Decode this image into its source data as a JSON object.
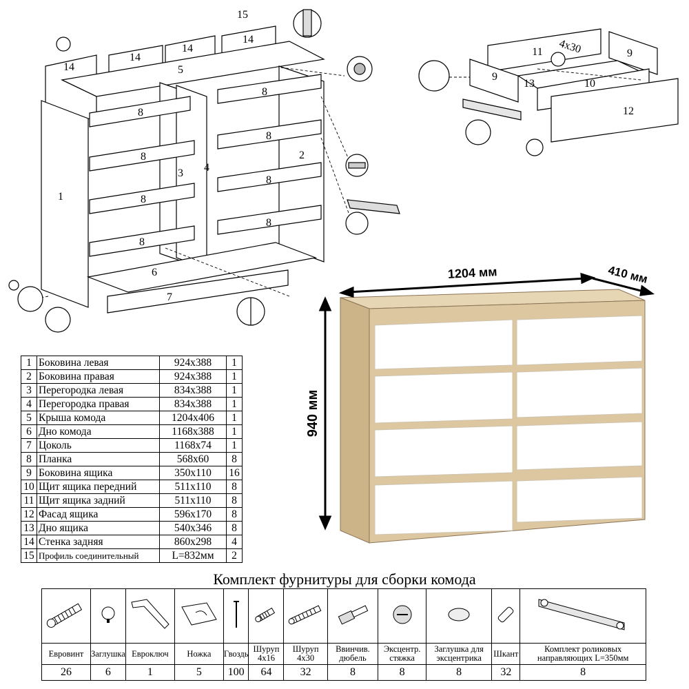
{
  "assembly": {
    "callouts": [
      "1",
      "2",
      "3",
      "4",
      "5",
      "6",
      "7",
      "8",
      "8",
      "8",
      "8",
      "8",
      "8",
      "8",
      "8",
      "14",
      "14",
      "14",
      "14",
      "15"
    ],
    "drawer_callouts": [
      "9",
      "9",
      "10",
      "11",
      "12",
      "13",
      "4x30"
    ]
  },
  "dimensions": {
    "width": "1204 мм",
    "depth": "410 мм",
    "height": "940 мм"
  },
  "colors": {
    "body": "#dcc7a1",
    "body_dark": "#c9ae82",
    "front": "#ffffff"
  },
  "parts": [
    {
      "no": "1",
      "name": "Боковина левая",
      "size": "924x388",
      "qty": "1"
    },
    {
      "no": "2",
      "name": "Боковина правая",
      "size": "924x388",
      "qty": "1"
    },
    {
      "no": "3",
      "name": "Перегородка левая",
      "size": "834x388",
      "qty": "1"
    },
    {
      "no": "4",
      "name": "Перегородка правая",
      "size": "834x388",
      "qty": "1"
    },
    {
      "no": "5",
      "name": "Крыша комода",
      "size": "1204x406",
      "qty": "1"
    },
    {
      "no": "6",
      "name": "Дно комода",
      "size": "1168x388",
      "qty": "1"
    },
    {
      "no": "7",
      "name": "Цоколь",
      "size": "1168x74",
      "qty": "1"
    },
    {
      "no": "8",
      "name": "Планка",
      "size": "568x60",
      "qty": "8"
    },
    {
      "no": "9",
      "name": "Боковина ящика",
      "size": "350x110",
      "qty": "16"
    },
    {
      "no": "10",
      "name": "Щит ящика передний",
      "size": "511x110",
      "qty": "8"
    },
    {
      "no": "11",
      "name": "Щит ящика задний",
      "size": "511x110",
      "qty": "8"
    },
    {
      "no": "12",
      "name": "Фасад ящика",
      "size": "596x170",
      "qty": "8"
    },
    {
      "no": "13",
      "name": "Дно ящика",
      "size": "540x346",
      "qty": "8"
    },
    {
      "no": "14",
      "name": "Стенка задняя",
      "size": "860x298",
      "qty": "4"
    },
    {
      "no": "15",
      "name": "Профиль соединительный",
      "size": "L=832мм",
      "qty": "2"
    }
  ],
  "hardware": {
    "title": "Комплект фурнитуры для сборки комода",
    "items": [
      {
        "icon": "euro-screw-icon",
        "name": "Евровинт",
        "qty": "26"
      },
      {
        "icon": "cap-icon",
        "name": "Заглушка",
        "qty": "6"
      },
      {
        "icon": "hex-key-icon",
        "name": "Евроключ",
        "qty": "1"
      },
      {
        "icon": "foot-icon",
        "name": "Ножка",
        "qty": "5"
      },
      {
        "icon": "nail-icon",
        "name": "Гвоздь",
        "qty": "100"
      },
      {
        "icon": "screw-short-icon",
        "name": "Шуруп 4х16",
        "qty": "64"
      },
      {
        "icon": "screw-long-icon",
        "name": "Шуруп 4х30",
        "qty": "32"
      },
      {
        "icon": "dowel-screw-icon",
        "name": "Ввинчив. дюбель",
        "qty": "8"
      },
      {
        "icon": "cam-lock-icon",
        "name": "Эксцентр. стяжка",
        "qty": "8"
      },
      {
        "icon": "cam-cap-icon",
        "name": "Заглушка для эксцентрика",
        "qty": "8"
      },
      {
        "icon": "wood-dowel-icon",
        "name": "Шкант",
        "qty": "32"
      },
      {
        "icon": "roller-guide-icon",
        "name": "Комплект роликовых направляющих L=350мм",
        "qty": "8"
      }
    ]
  }
}
